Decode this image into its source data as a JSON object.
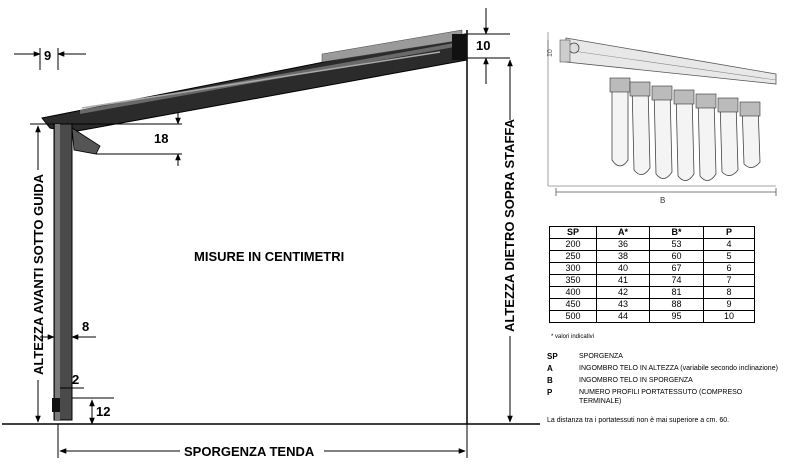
{
  "diagram": {
    "dims": {
      "top_left": "9",
      "top_right": "10",
      "bracket": "18",
      "guide_width": "8",
      "guide_bottom": "2",
      "bottom_height": "12"
    },
    "labels": {
      "left_vertical": "ALTEZZA  AVANTI SOTTO GUIDA",
      "right_vertical": "ALTEZZA  DIETRO SOPRA STAFFA",
      "center": "MISURE  IN  CENTIMETRI",
      "bottom": "SPORGENZA   TENDA"
    },
    "detail": {
      "b_label": "B"
    }
  },
  "table": {
    "headers": [
      "SP",
      "A*",
      "B*",
      "P"
    ],
    "rows": [
      [
        "200",
        "36",
        "53",
        "4"
      ],
      [
        "250",
        "38",
        "60",
        "5"
      ],
      [
        "300",
        "40",
        "67",
        "6"
      ],
      [
        "350",
        "41",
        "74",
        "7"
      ],
      [
        "400",
        "42",
        "81",
        "8"
      ],
      [
        "450",
        "43",
        "88",
        "9"
      ],
      [
        "500",
        "44",
        "95",
        "10"
      ]
    ],
    "note": "* valori indicativi"
  },
  "legend": [
    {
      "key": "SP",
      "text": "SPORGENZA"
    },
    {
      "key": "A",
      "text": "INGOMBRO TELO IN ALTEZZA (variabile secondo inclinazione)"
    },
    {
      "key": "B",
      "text": "INGOMBRO TELO IN SPORGENZA"
    },
    {
      "key": "P",
      "text": "NUMERO PROFILI PORTATESSUTO (COMPRESO TERMINALE)"
    }
  ],
  "footnote": "La distanza tra i portatessuti non è mai superiore a cm. 60."
}
